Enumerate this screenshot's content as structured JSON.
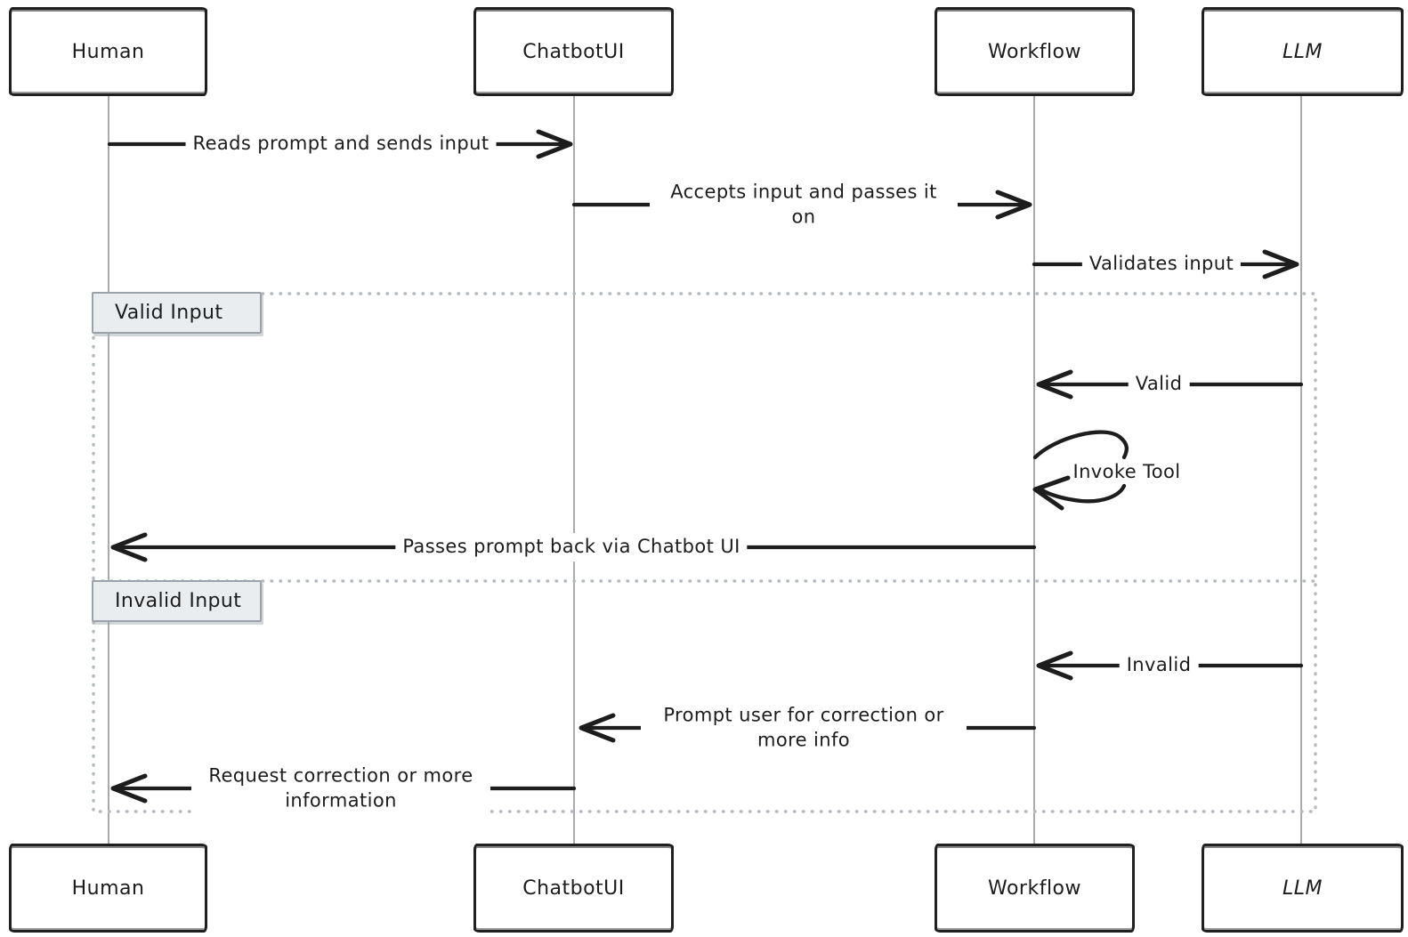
{
  "diagram_type": "sequence",
  "actors": [
    {
      "id": "human",
      "label": "Human"
    },
    {
      "id": "chatbotui",
      "label": "ChatbotUI"
    },
    {
      "id": "workflow",
      "label": "Workflow"
    },
    {
      "id": "llm",
      "label": "LLM"
    }
  ],
  "messages": [
    {
      "from": "Human",
      "to": "ChatbotUI",
      "label": "Reads prompt and sends input"
    },
    {
      "from": "ChatbotUI",
      "to": "Workflow",
      "label": "Accepts input and passes it on"
    },
    {
      "from": "Workflow",
      "to": "LLM",
      "label": "Validates input"
    },
    {
      "from": "LLM",
      "to": "Workflow",
      "label": "Valid"
    },
    {
      "from": "Workflow",
      "to": "Workflow",
      "label": "Invoke Tool"
    },
    {
      "from": "Workflow",
      "to": "Human",
      "label": "Passes prompt back via Chatbot UI"
    },
    {
      "from": "LLM",
      "to": "Workflow",
      "label": "Invalid"
    },
    {
      "from": "Workflow",
      "to": "ChatbotUI",
      "label": "Prompt user for correction or more info"
    },
    {
      "from": "ChatbotUI",
      "to": "Human",
      "label": "Request correction or more information"
    }
  ],
  "frames": [
    {
      "label": "Valid Input"
    },
    {
      "label": "Invalid Input"
    }
  ],
  "colors": {
    "stroke": "#1d1d1d",
    "lifeline": "#9b9b9b",
    "frame_border": "#b2b9c0",
    "frame_label_bg": "#e9edf0",
    "frame_label_border": "#9aa3ab",
    "background": "#ffffff"
  }
}
